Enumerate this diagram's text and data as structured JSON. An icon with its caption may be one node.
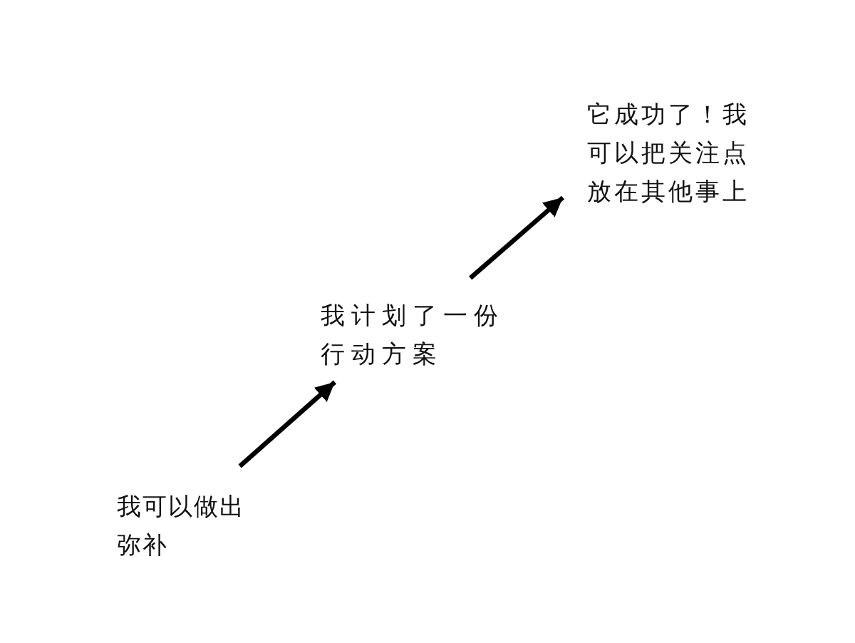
{
  "diagram": {
    "nodes": [
      {
        "text": [
          "我可以做出弥补"
        ]
      },
      {
        "text": [
          "我计划了一份行动方案"
        ]
      },
      {
        "text": [
          "它成功了！我可以把关注点放在其他事上"
        ]
      }
    ],
    "edges": [
      {
        "from": 0,
        "to": 1,
        "arrow": "to"
      },
      {
        "from": 1,
        "to": 2,
        "arrow": "to"
      }
    ]
  }
}
